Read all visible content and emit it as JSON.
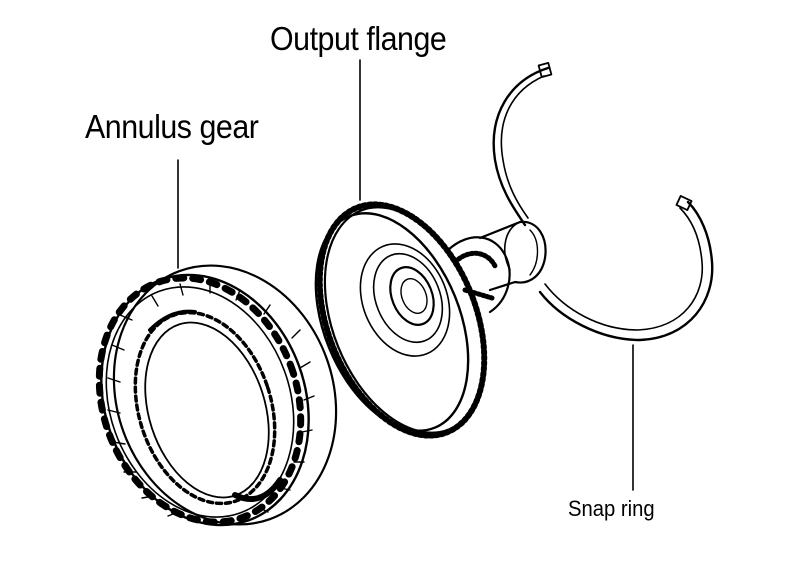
{
  "labels": {
    "annulus_gear": "Annulus gear",
    "output_flange": "Output flange",
    "snap_ring": "Snap ring"
  },
  "colors": {
    "ink": "#000000",
    "paper": "#ffffff"
  }
}
